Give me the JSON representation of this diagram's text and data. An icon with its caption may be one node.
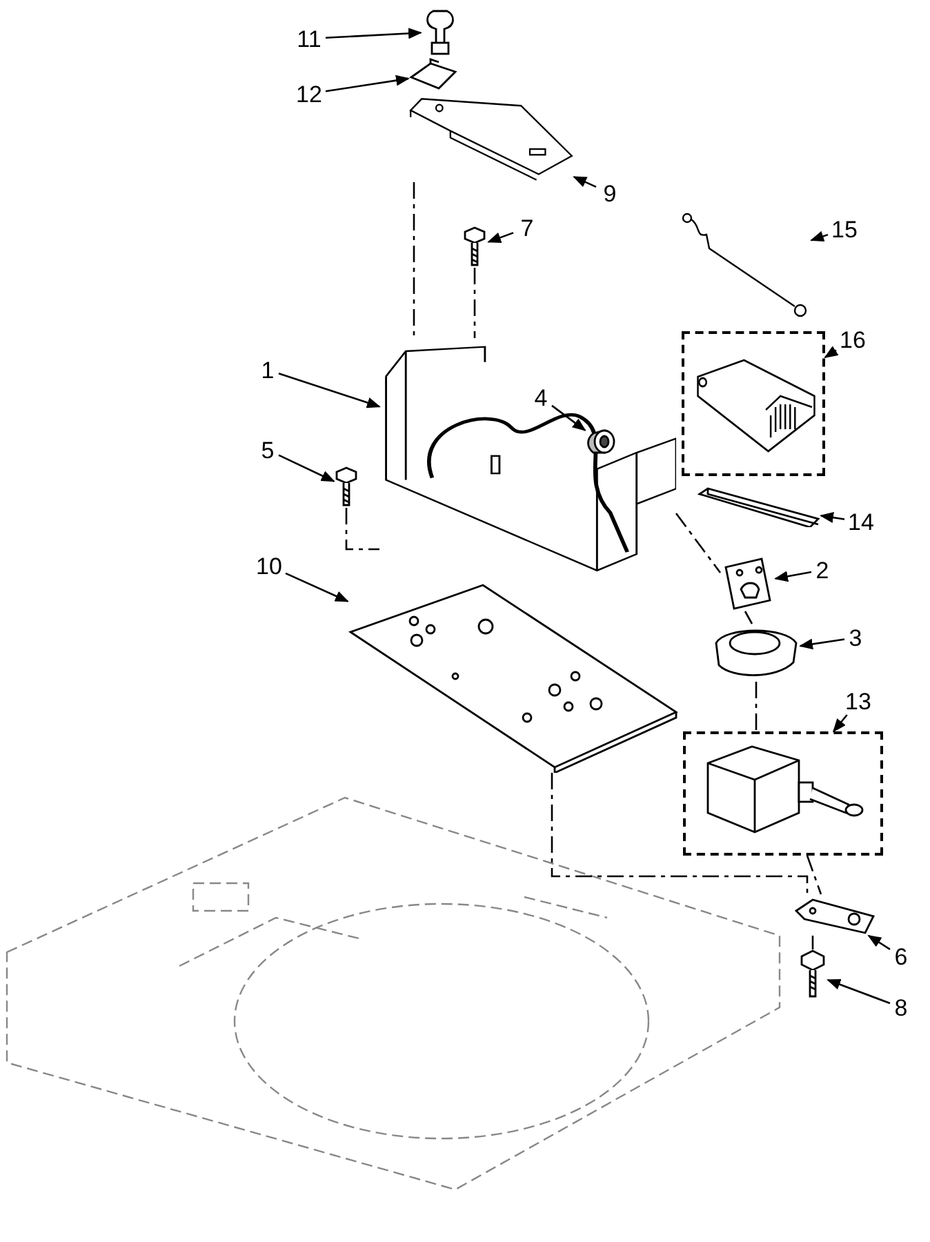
{
  "diagram": {
    "nodes": [
      {
        "text": [
          "11"
        ]
      },
      {
        "text": [],
        "shape": "picture"
      },
      {
        "text": [
          "12"
        ]
      },
      {
        "text": [],
        "shape": "picture"
      },
      {
        "text": [],
        "shape": "picture"
      },
      {
        "text": [
          "9"
        ]
      },
      {
        "text": [
          "7"
        ]
      },
      {
        "text": [],
        "shape": "picture"
      },
      {
        "text": [
          "15"
        ]
      },
      {
        "text": [],
        "shape": "picture"
      },
      {
        "text": [
          "16"
        ]
      },
      {
        "text": [],
        "shape": "box"
      },
      {
        "text": [],
        "shape": "picture",
        "in": 11
      },
      {
        "text": [
          "1"
        ]
      },
      {
        "text": [],
        "shape": "picture"
      },
      {
        "text": [
          "4"
        ],
        "in": 14
      },
      {
        "text": [],
        "shape": "picture",
        "in": 14
      },
      {
        "text": [
          "5"
        ]
      },
      {
        "text": [],
        "shape": "picture"
      },
      {
        "text": [],
        "shape": "picture"
      },
      {
        "text": [
          "14"
        ]
      },
      {
        "text": [
          "10"
        ]
      },
      {
        "text": [],
        "shape": "picture"
      },
      {
        "text": [
          "2"
        ]
      },
      {
        "text": [],
        "shape": "picture"
      },
      {
        "text": [],
        "shape": "picture"
      },
      {
        "text": [
          "3"
        ]
      },
      {
        "text": [
          "13"
        ]
      },
      {
        "text": [],
        "shape": "box"
      },
      {
        "text": [],
        "shape": "picture",
        "in": 28
      },
      {
        "text": [],
        "shape": "picture"
      },
      {
        "text": [
          "6"
        ]
      },
      {
        "text": [],
        "shape": "picture"
      },
      {
        "text": [
          "8"
        ]
      }
    ],
    "edges": [
      {
        "from": 0,
        "to": 1,
        "arrow": "to"
      },
      {
        "from": 2,
        "to": 3,
        "arrow": "to"
      },
      {
        "from": 5,
        "to": 4,
        "arrow": "to"
      },
      {
        "from": 6,
        "to": 7,
        "arrow": "to"
      },
      {
        "from": 8,
        "to": 9,
        "arrow": "to"
      },
      {
        "from": 10,
        "to": 11,
        "arrow": "to"
      },
      {
        "from": 13,
        "to": 14,
        "arrow": "to"
      },
      {
        "from": 15,
        "to": 16,
        "arrow": "to"
      },
      {
        "from": 17,
        "to": 18,
        "arrow": "to"
      },
      {
        "from": 20,
        "to": 19,
        "arrow": "to"
      },
      {
        "from": 21,
        "to": 24,
        "arrow": "to"
      },
      {
        "from": 23,
        "to": 22,
        "arrow": "to"
      },
      {
        "from": 26,
        "to": 25,
        "arrow": "to"
      },
      {
        "from": 27,
        "to": 28,
        "arrow": "to"
      },
      {
        "from": 31,
        "to": 30,
        "arrow": "to"
      },
      {
        "from": 33,
        "to": 32,
        "arrow": "to"
      },
      {
        "from": 4,
        "to": 14,
        "arrow": "none",
        "style": "dashed"
      },
      {
        "from": 7,
        "to": 14,
        "arrow": "none",
        "style": "dashed"
      },
      {
        "from": 18,
        "to": 14,
        "arrow": "none",
        "style": "dashed"
      },
      {
        "from": 14,
        "to": 22,
        "arrow": "none",
        "style": "dashed"
      },
      {
        "from": 22,
        "to": 25,
        "arrow": "none",
        "style": "dashed"
      },
      {
        "from": 25,
        "to": 28,
        "arrow": "none",
        "style": "dashed"
      },
      {
        "from": 28,
        "to": 30,
        "arrow": "none",
        "style": "dashed"
      },
      {
        "from": 30,
        "to": 32,
        "arrow": "none",
        "style": "dashed"
      },
      {
        "from": 24,
        "to": 30,
        "arrow": "none",
        "style": "dashed"
      }
    ]
  }
}
